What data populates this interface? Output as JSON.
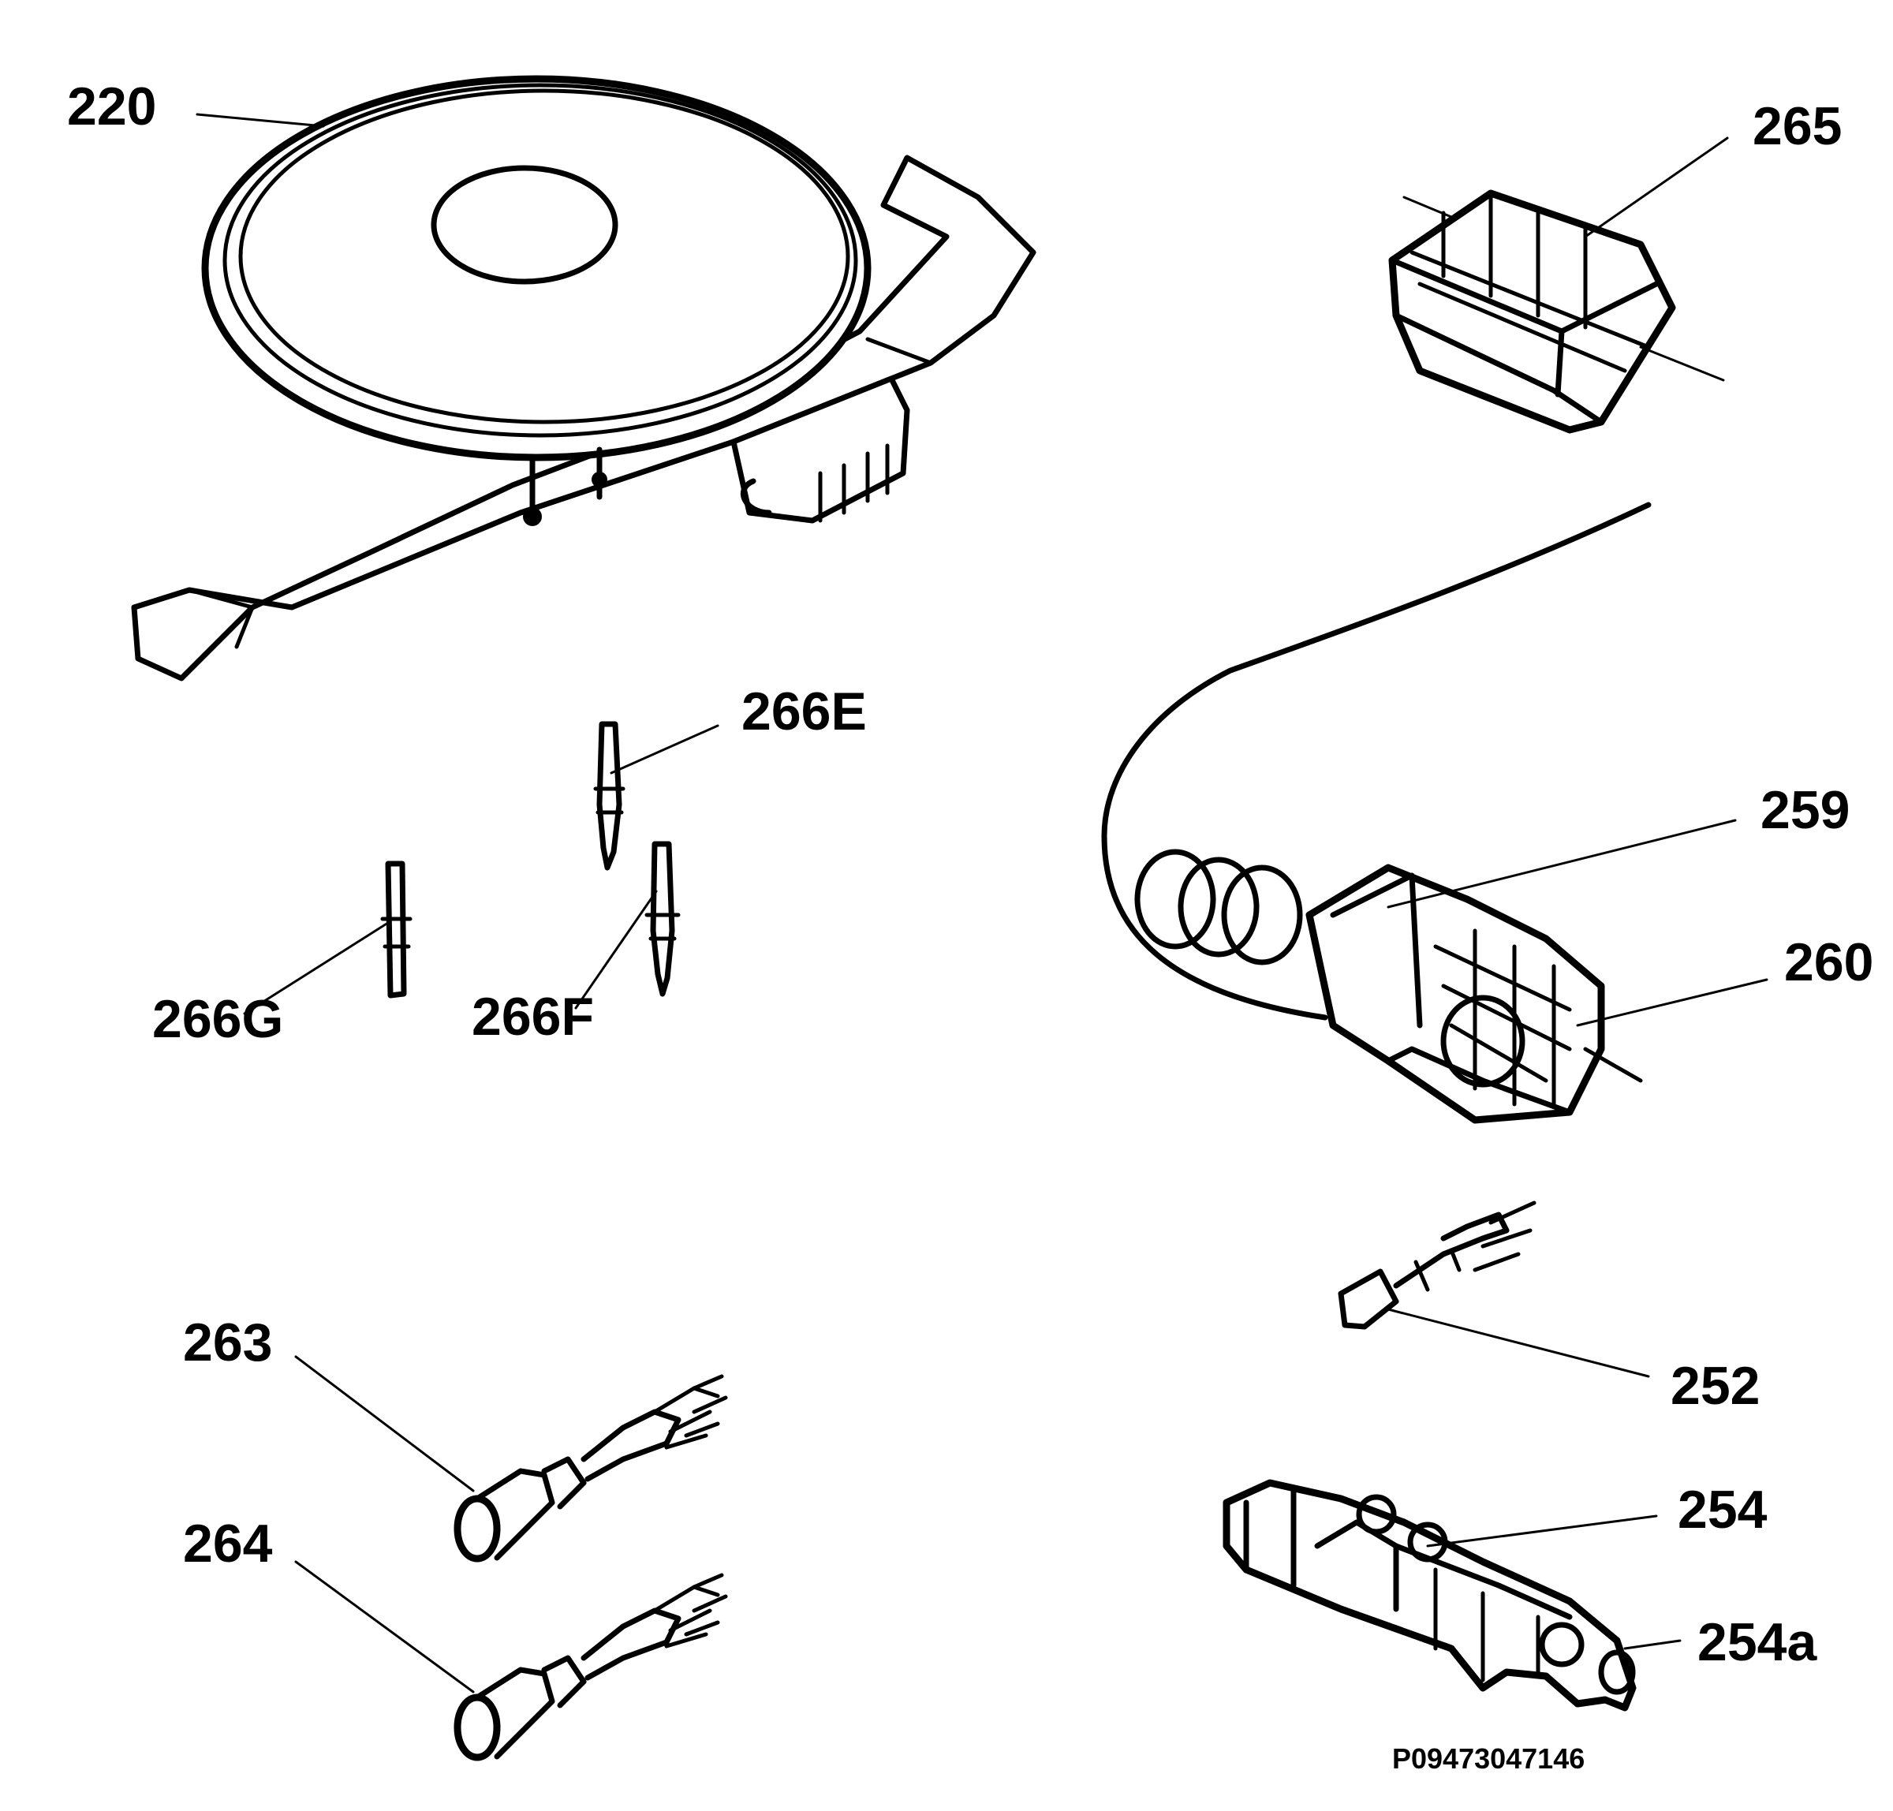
{
  "labels": {
    "l220": "220",
    "l265": "265",
    "l266E": "266E",
    "l266F": "266F",
    "l266G": "266G",
    "l259": "259",
    "l260": "260",
    "l252": "252",
    "l263": "263",
    "l264": "264",
    "l254": "254",
    "l254a": "254a"
  },
  "figure_code": "P09473047146"
}
